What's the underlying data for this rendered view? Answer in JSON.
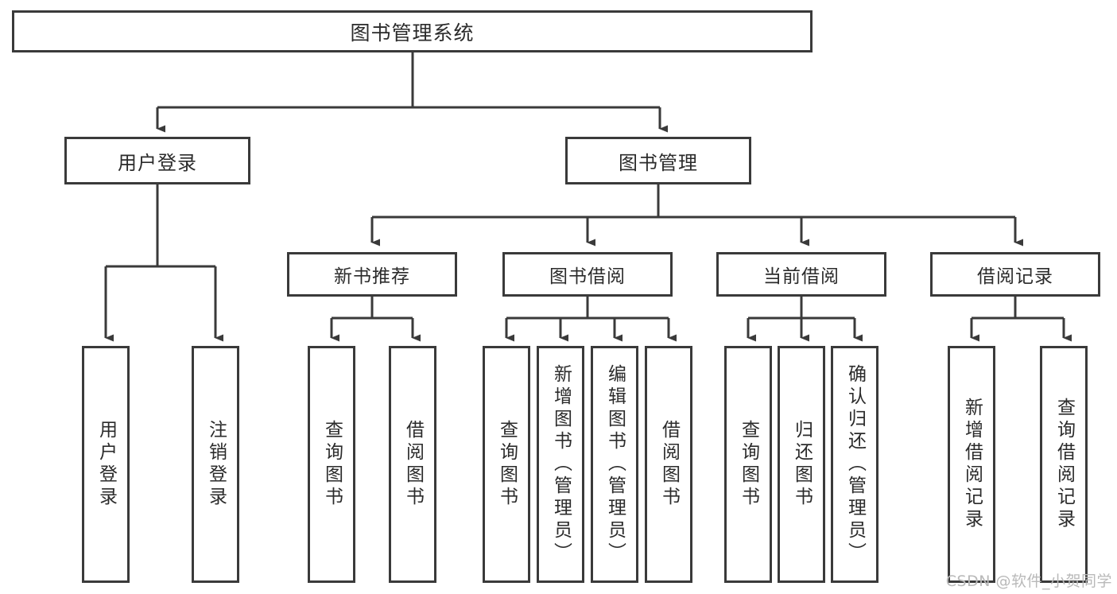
{
  "diagram": {
    "title": "图书管理系统",
    "type": "tree-hierarchy",
    "orientation": "top-down",
    "colors": {
      "border": "#3a3a3a",
      "text": "#2b2b2b",
      "background": "#ffffff",
      "connector": "#3a3a3a",
      "watermark": "#b9b9b9"
    }
  },
  "root": {
    "label": "图书管理系统"
  },
  "level1": [
    {
      "label": "用户登录"
    },
    {
      "label": "图书管理"
    }
  ],
  "level2": [
    {
      "label": "新书推荐"
    },
    {
      "label": "图书借阅"
    },
    {
      "label": "当前借阅"
    },
    {
      "label": "借阅记录"
    }
  ],
  "leaves": {
    "user_login": [
      {
        "label": "用户登录"
      },
      {
        "label": "注销登录"
      }
    ],
    "new_book_recommend": [
      {
        "label": "查询图书"
      },
      {
        "label": "借阅图书"
      }
    ],
    "book_borrow": [
      {
        "label": "查询图书"
      },
      {
        "label": "新增图书（管理员）"
      },
      {
        "label": "编辑图书（管理员）"
      },
      {
        "label": "借阅图书"
      }
    ],
    "current_borrow": [
      {
        "label": "查询图书"
      },
      {
        "label": "归还图书"
      },
      {
        "label": "确认归还（管理员）"
      }
    ],
    "borrow_record": [
      {
        "label": "新增借阅记录"
      },
      {
        "label": "查询借阅记录"
      }
    ]
  },
  "watermark": {
    "text": "CSDN @软件_小贺同学"
  }
}
